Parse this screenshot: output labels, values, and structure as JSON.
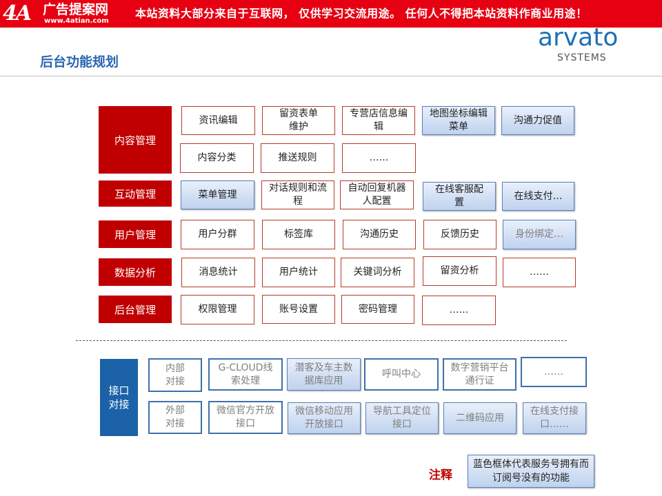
{
  "banner": {
    "logo_mark": "4A",
    "logo_name": "广告提案网",
    "logo_url": "www.4atian.com",
    "notice": "本站资料大部分来自于互联网， 仅供学习交流用途。 任何人不得把本站资料作商业用途！"
  },
  "brand": {
    "name": "arvato",
    "sub": "SYSTEMS"
  },
  "page_title": "后台功能规划",
  "rows": {
    "content": {
      "label": "内容管理",
      "items": [
        "资讯编辑",
        "留资表单维护",
        "专营店信息编辑",
        "地图坐标编辑菜单",
        "沟通力促值",
        "内容分类",
        "推送规则",
        "……"
      ]
    },
    "interaction": {
      "label": "互动管理",
      "items": [
        "菜单管理",
        "对话规则和流程",
        "自动回复机器人配置",
        "在线客服配置",
        "在线支付…"
      ]
    },
    "user": {
      "label": "用户管理",
      "items": [
        "用户分群",
        "标签库",
        "沟通历史",
        "反馈历史",
        "身份绑定…"
      ]
    },
    "data": {
      "label": "数据分析",
      "items": [
        "消息统计",
        "用户统计",
        "关键词分析",
        "留资分析",
        "……"
      ]
    },
    "admin": {
      "label": "后台管理",
      "items": [
        "权限管理",
        "账号设置",
        "密码管理",
        "……"
      ]
    }
  },
  "interface": {
    "label": "接口对接",
    "internal": {
      "label": "内部对接",
      "items": [
        "G-CLOUD线索处理",
        "潜客及车主数据库应用",
        "呼叫中心",
        "数字营销平台通行证",
        "……"
      ]
    },
    "external": {
      "label": "外部对接",
      "items": [
        "微信官方开放接口",
        "微信移动应用开放接口",
        "导航工具定位接口",
        "二维码应用",
        "在线支付接口……"
      ]
    }
  },
  "note": {
    "label": "注释",
    "text": "蓝色框体代表服务号拥有而订阅号没有的功能"
  },
  "colors": {
    "banner_red": "#e60012",
    "category_red": "#c00000",
    "interface_blue": "#1b62a8",
    "service_box_fill": "#bfd2ee",
    "title_blue": "#2a66b0"
  }
}
